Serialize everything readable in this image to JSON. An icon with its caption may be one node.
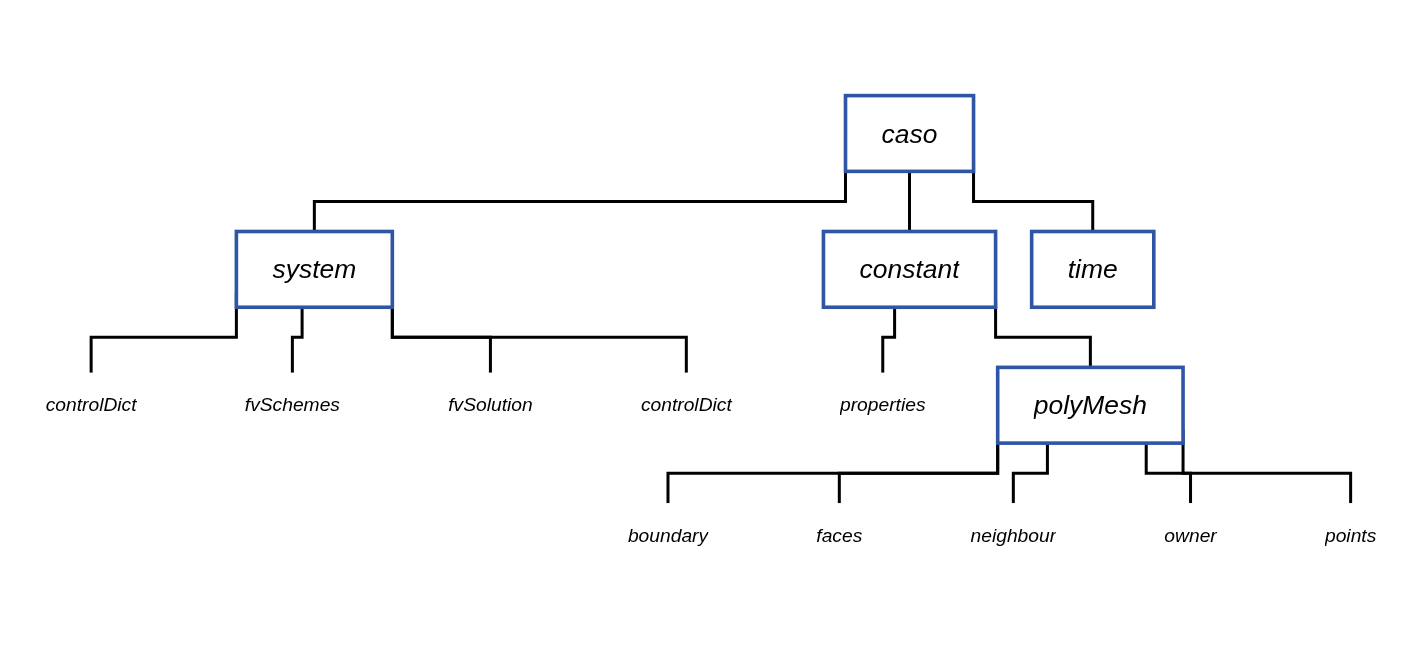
{
  "diagram": {
    "nodes": [
      {
        "text": [
          "caso"
        ]
      },
      {
        "text": [
          "system"
        ]
      },
      {
        "text": [
          "constant"
        ]
      },
      {
        "text": [
          "time"
        ]
      },
      {
        "text": [
          "controlDict"
        ]
      },
      {
        "text": [
          "fvSchemes"
        ]
      },
      {
        "text": [
          "fvSolution"
        ]
      },
      {
        "text": [
          "controlDict"
        ]
      },
      {
        "text": [
          "properties"
        ]
      },
      {
        "text": [
          "polyMesh"
        ]
      },
      {
        "text": [
          "boundary"
        ]
      },
      {
        "text": [
          "faces"
        ]
      },
      {
        "text": [
          "neighbour"
        ]
      },
      {
        "text": [
          "owner"
        ]
      },
      {
        "text": [
          "points"
        ]
      }
    ],
    "edges": [
      {
        "from": 0,
        "to": 1,
        "arrow": "none"
      },
      {
        "from": 0,
        "to": 2,
        "arrow": "none"
      },
      {
        "from": 0,
        "to": 3,
        "arrow": "none"
      },
      {
        "from": 1,
        "to": 4,
        "arrow": "none"
      },
      {
        "from": 1,
        "to": 5,
        "arrow": "none"
      },
      {
        "from": 1,
        "to": 6,
        "arrow": "none"
      },
      {
        "from": 1,
        "to": 7,
        "arrow": "none"
      },
      {
        "from": 2,
        "to": 8,
        "arrow": "none"
      },
      {
        "from": 2,
        "to": 9,
        "arrow": "none"
      },
      {
        "from": 9,
        "to": 10,
        "arrow": "none"
      },
      {
        "from": 9,
        "to": 11,
        "arrow": "none"
      },
      {
        "from": 9,
        "to": 12,
        "arrow": "none"
      },
      {
        "from": 9,
        "to": 13,
        "arrow": "none"
      },
      {
        "from": 9,
        "to": 14,
        "arrow": "none"
      }
    ]
  }
}
